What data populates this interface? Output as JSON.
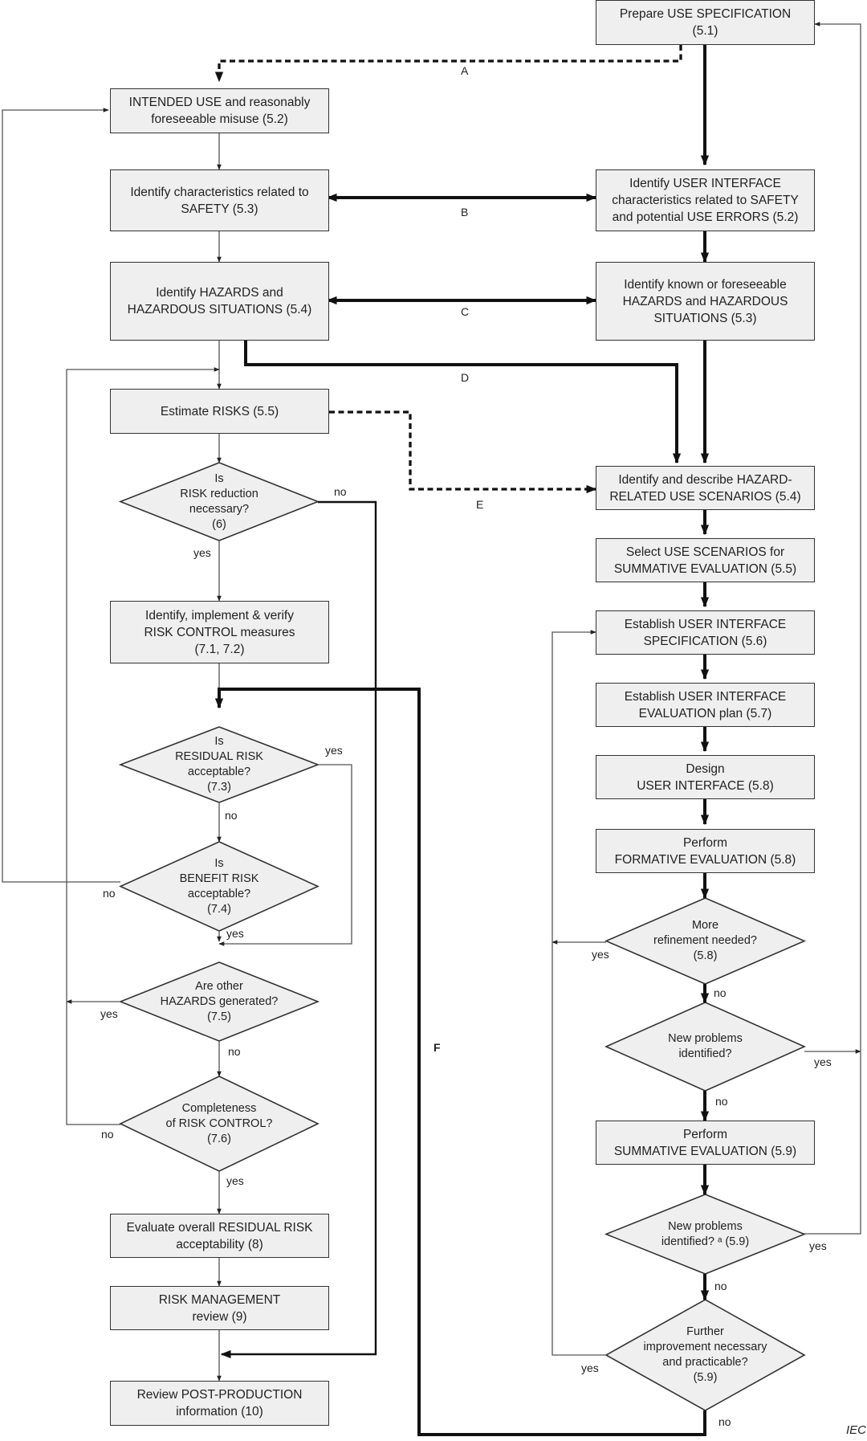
{
  "nodes": {
    "prep_use_spec": {
      "text": "Prepare USE SPECIFICATION\n(5.1)"
    },
    "intended_use": {
      "text": "INTENDED USE and reasonably\nforeseeable misuse (5.2)"
    },
    "char_safety": {
      "text": "Identify characteristics related to\nSAFETY (5.3)"
    },
    "ui_char": {
      "text": "Identify USER INTERFACE\ncharacteristics related to SAFETY\nand potential USE ERRORS (5.2)"
    },
    "hazards": {
      "text": "Identify HAZARDS and\nHAZARDOUS SITUATIONS (5.4)"
    },
    "known_hazards": {
      "text": "Identify known or foreseeable\nHAZARDS and HAZARDOUS\nSITUATIONS  (5.3)"
    },
    "estimate_risks": {
      "text": "Estimate RISKS (5.5)"
    },
    "risk_reduction": {
      "text": "Is\nRISK reduction\nnecessary?\n(6)"
    },
    "hazard_scenarios": {
      "text": "Identify and describe HAZARD-\nRELATED USE SCENARIOS  (5.4)"
    },
    "select_scenarios": {
      "text": "Select USE SCENARIOS for\nSUMMATIVE EVALUATION (5.5)"
    },
    "implement_rc": {
      "text": "Identify, implement & verify\nRISK CONTROL measures\n(7.1, 7.2)"
    },
    "ui_spec": {
      "text": "Establish USER INTERFACE\nSPECIFICATION  (5.6)"
    },
    "ui_eval_plan": {
      "text": "Establish USER INTERFACE\nEVALUATION plan  (5.7)"
    },
    "residual_ok": {
      "text": "Is\nRESIDUAL RISK\nacceptable?\n(7.3)"
    },
    "design_ui": {
      "text": "Design\nUSER INTERFACE (5.8)"
    },
    "formative": {
      "text": "Perform\nFORMATIVE EVALUATION  (5.8)"
    },
    "benefit_risk": {
      "text": "Is\nBENEFIT RISK\nacceptable?\n(7.4)"
    },
    "more_refine": {
      "text": "More\nrefinement needed?\n(5.8)"
    },
    "other_hazards": {
      "text": "Are other\nHAZARDS generated?\n(7.5)"
    },
    "new_problems_1": {
      "text": "New problems\nidentified?"
    },
    "completeness": {
      "text": "Completeness\nof RISK CONTROL?\n(7.6)"
    },
    "summative": {
      "text": "Perform\nSUMMATIVE EVALUATION (5.9)"
    },
    "evaluate_overall": {
      "text": "Evaluate overall RESIDUAL RISK\nacceptability (8)"
    },
    "new_problems_2": {
      "text": "New problems\nidentified? ᵃ (5.9)"
    },
    "rm_review": {
      "text": "RISK MANAGEMENT\nreview (9)"
    },
    "further_improvement": {
      "text": "Further\nimprovement necessary\nand practicable?\n(5.9)"
    },
    "post_production": {
      "text": "Review POST-PRODUCTION\ninformation (10)"
    }
  },
  "edge_labels": {
    "A": "A",
    "B": "B",
    "C": "C",
    "D": "D",
    "E": "E",
    "F": "F",
    "rr_no": "no",
    "rr_yes": "yes",
    "res_yes": "yes",
    "res_no": "no",
    "br_no": "no",
    "br_yes": "yes",
    "oh_yes": "yes",
    "oh_no": "no",
    "comp_no": "no",
    "comp_yes": "yes",
    "mr_yes": "yes",
    "mr_no": "no",
    "np1_yes": "yes",
    "np1_no": "no",
    "np2_yes": "yes",
    "np2_no": "no",
    "fi_yes": "yes",
    "fi_no": "no"
  },
  "footer": {
    "iec": "IEC"
  }
}
